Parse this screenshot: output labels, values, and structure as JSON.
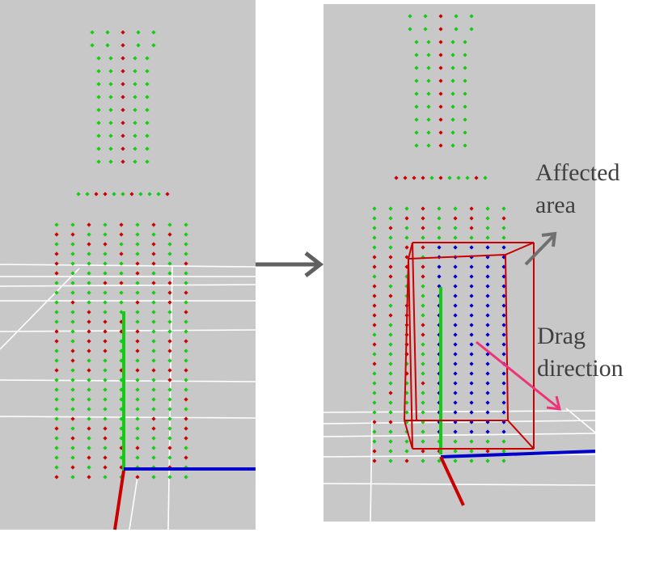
{
  "annotations": {
    "affected_line1": "Affected",
    "affected_line2": "area",
    "drag_line1": "Drag",
    "drag_line2": "direction"
  },
  "colors": {
    "background": "#ffffff",
    "panel": "#c8c8c8",
    "grid": "#ffffff",
    "point_fixed": "#11cc11",
    "point_alt": "#cc0000",
    "point_selected": "#0000cc",
    "axis_y": "#11cc11",
    "axis_x": "#0000cc",
    "axis_z": "#cc0000",
    "selection_box": "#cc0000",
    "arrow_transition": "#606060",
    "arrow_affected": "#707070",
    "arrow_drag": "#ee3377"
  },
  "icons": {
    "transition": "right-arrow-icon",
    "affected": "diagonal-up-arrow-icon",
    "drag": "diagonal-down-arrow-icon"
  }
}
